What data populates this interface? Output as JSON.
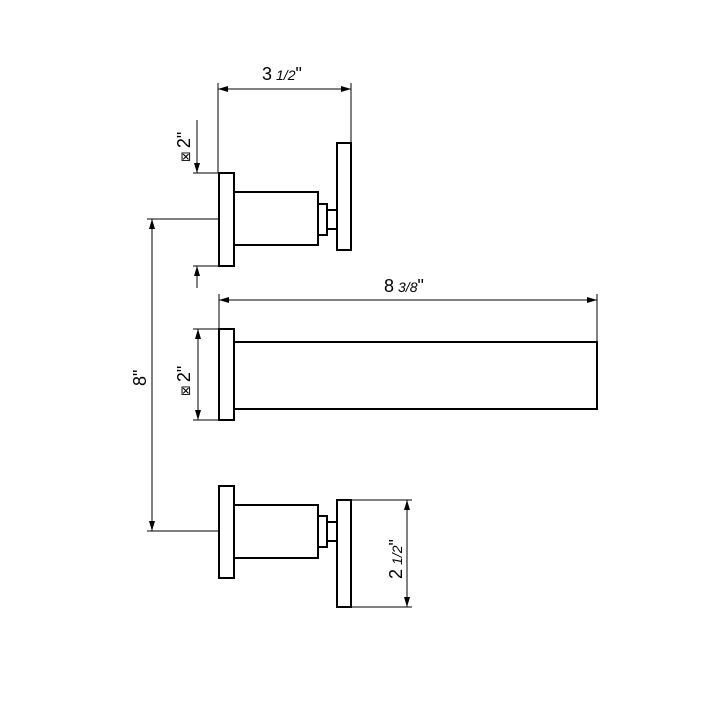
{
  "dimensions": {
    "handle_spread": {
      "whole": "3",
      "fraction": "1/2",
      "unit": "\""
    },
    "flange_top": {
      "symbol": "⊠",
      "value": "2",
      "unit": "\""
    },
    "spout_length": {
      "whole": "8",
      "fraction": "3/8",
      "unit": "\""
    },
    "spout_flange": {
      "symbol": "⊠",
      "value": "2",
      "unit": "\""
    },
    "center_distance": {
      "value": "8",
      "unit": "\""
    },
    "handle_height": {
      "whole": "2",
      "fraction": "1/2",
      "unit": "\""
    }
  }
}
